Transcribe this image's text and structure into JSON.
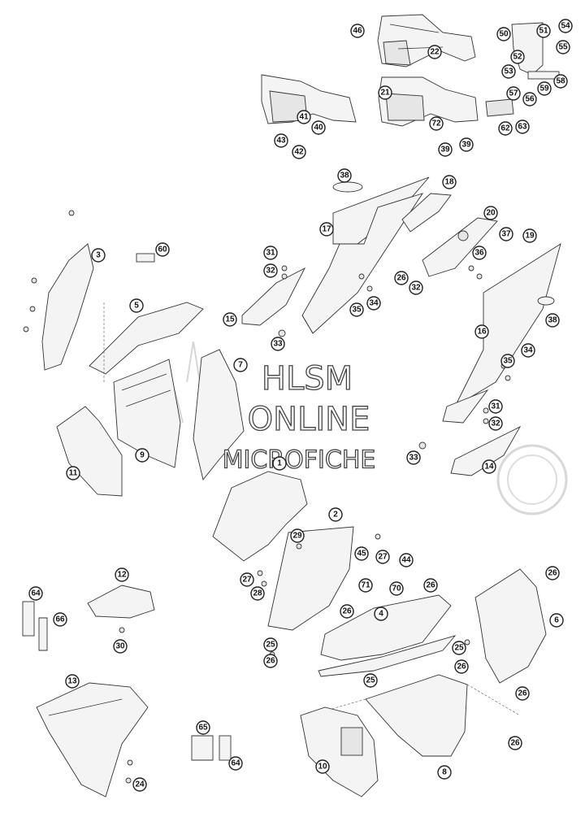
{
  "watermark": {
    "line1": "HLSM",
    "line2": "ONLINE",
    "line3": "MICROFICHE"
  },
  "callouts": [
    {
      "id": "c46",
      "label": "46"
    },
    {
      "id": "c22",
      "label": "22"
    },
    {
      "id": "c21",
      "label": "21"
    },
    {
      "id": "c72",
      "label": "72"
    },
    {
      "id": "c39a",
      "label": "39"
    },
    {
      "id": "c39b",
      "label": "39"
    },
    {
      "id": "c41",
      "label": "41"
    },
    {
      "id": "c40",
      "label": "40"
    },
    {
      "id": "c43",
      "label": "43"
    },
    {
      "id": "c42",
      "label": "42"
    },
    {
      "id": "c50",
      "label": "50"
    },
    {
      "id": "c51",
      "label": "51"
    },
    {
      "id": "c54",
      "label": "54"
    },
    {
      "id": "c55",
      "label": "55"
    },
    {
      "id": "c52",
      "label": "52"
    },
    {
      "id": "c53",
      "label": "53"
    },
    {
      "id": "c58",
      "label": "58"
    },
    {
      "id": "c59",
      "label": "59"
    },
    {
      "id": "c57",
      "label": "57"
    },
    {
      "id": "c56",
      "label": "56"
    },
    {
      "id": "c62",
      "label": "62"
    },
    {
      "id": "c63",
      "label": "63"
    },
    {
      "id": "c38a",
      "label": "38"
    },
    {
      "id": "c18",
      "label": "18"
    },
    {
      "id": "c17",
      "label": "17"
    },
    {
      "id": "c20",
      "label": "20"
    },
    {
      "id": "c37",
      "label": "37"
    },
    {
      "id": "c19",
      "label": "19"
    },
    {
      "id": "c36",
      "label": "36"
    },
    {
      "id": "c3",
      "label": "3"
    },
    {
      "id": "c60",
      "label": "60"
    },
    {
      "id": "c31a",
      "label": "31"
    },
    {
      "id": "c32a",
      "label": "32"
    },
    {
      "id": "c26a",
      "label": "26"
    },
    {
      "id": "c32b",
      "label": "32"
    },
    {
      "id": "c5",
      "label": "5"
    },
    {
      "id": "c15",
      "label": "15"
    },
    {
      "id": "c35a",
      "label": "35"
    },
    {
      "id": "c34a",
      "label": "34"
    },
    {
      "id": "c38b",
      "label": "38"
    },
    {
      "id": "c16",
      "label": "16"
    },
    {
      "id": "c33a",
      "label": "33"
    },
    {
      "id": "c35b",
      "label": "35"
    },
    {
      "id": "c34b",
      "label": "34"
    },
    {
      "id": "c7",
      "label": "7"
    },
    {
      "id": "c31b",
      "label": "31"
    },
    {
      "id": "c32c",
      "label": "32"
    },
    {
      "id": "c11",
      "label": "11"
    },
    {
      "id": "c9",
      "label": "9"
    },
    {
      "id": "c1",
      "label": "1"
    },
    {
      "id": "c33b",
      "label": "33"
    },
    {
      "id": "c14",
      "label": "14"
    },
    {
      "id": "c2",
      "label": "2"
    },
    {
      "id": "c29",
      "label": "29"
    },
    {
      "id": "c45",
      "label": "45"
    },
    {
      "id": "c27a",
      "label": "27"
    },
    {
      "id": "c44",
      "label": "44"
    },
    {
      "id": "c27b",
      "label": "27"
    },
    {
      "id": "c28",
      "label": "28"
    },
    {
      "id": "c12",
      "label": "12"
    },
    {
      "id": "c71",
      "label": "71"
    },
    {
      "id": "c70",
      "label": "70"
    },
    {
      "id": "c26b",
      "label": "26"
    },
    {
      "id": "c26c",
      "label": "26"
    },
    {
      "id": "c64a",
      "label": "64"
    },
    {
      "id": "c66",
      "label": "66"
    },
    {
      "id": "c26d",
      "label": "26"
    },
    {
      "id": "c4",
      "label": "4"
    },
    {
      "id": "c6",
      "label": "6"
    },
    {
      "id": "c30",
      "label": "30"
    },
    {
      "id": "c25a",
      "label": "25"
    },
    {
      "id": "c26e",
      "label": "26"
    },
    {
      "id": "c25b",
      "label": "25"
    },
    {
      "id": "c26f",
      "label": "26"
    },
    {
      "id": "c13",
      "label": "13"
    },
    {
      "id": "c25c",
      "label": "25"
    },
    {
      "id": "c26g",
      "label": "26"
    },
    {
      "id": "c65",
      "label": "65"
    },
    {
      "id": "c64b",
      "label": "64"
    },
    {
      "id": "c10",
      "label": "10"
    },
    {
      "id": "c8",
      "label": "8"
    },
    {
      "id": "c26h",
      "label": "26"
    },
    {
      "id": "c24",
      "label": "24"
    }
  ]
}
